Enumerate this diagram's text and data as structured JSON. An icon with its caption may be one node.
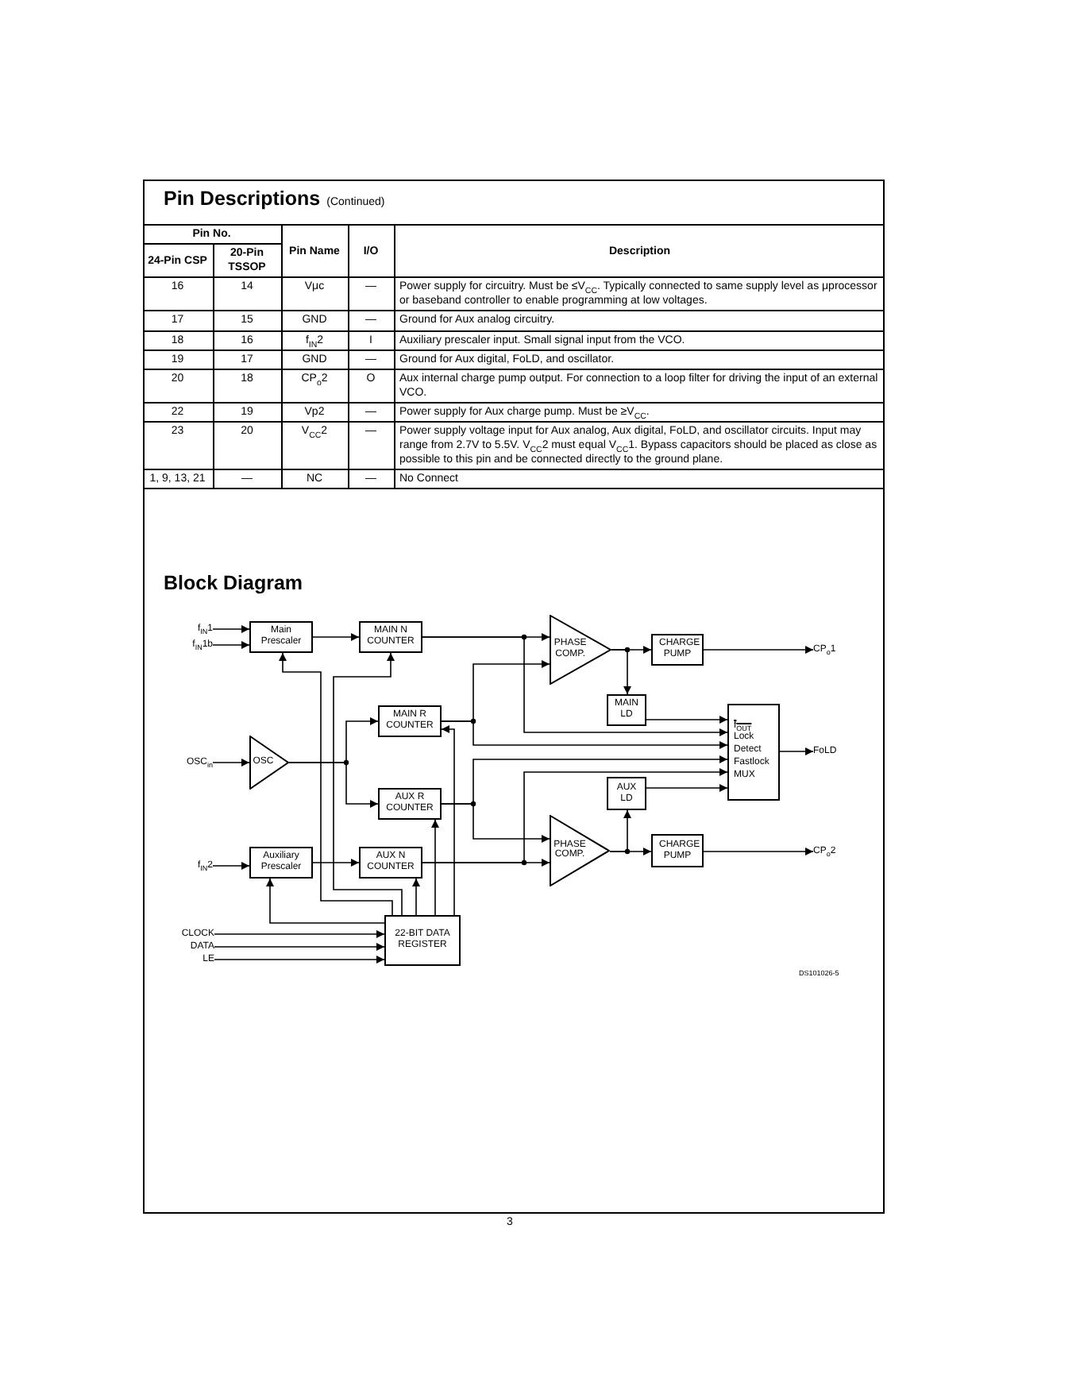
{
  "diagram": {
    "title": "Pin Descriptions",
    "nodes": [
      {
        "text": [
          "f$_{IN}$1"
        ]
      },
      {
        "text": [
          "f$_{IN}$1b"
        ]
      },
      {
        "text": [
          "Main Prescaler"
        ]
      },
      {
        "text": [
          "MAIN N COUNTER"
        ]
      },
      {
        "text": [
          "PHASE COMP."
        ]
      },
      {
        "text": [
          "CHARGE PUMP"
        ]
      },
      {
        "text": [
          "CP$_{o}$1"
        ]
      },
      {
        "text": [
          "MAIN LD"
        ]
      },
      {
        "text": [
          "OSC$_{in}$"
        ]
      },
      {
        "text": [
          "OSC"
        ]
      },
      {
        "text": [
          "MAIN R COUNTER"
        ]
      },
      {
        "text": [
          "AUX R COUNTER"
        ]
      },
      {
        "text": [
          "f$_{OUT}$",
          "Lock Detect Fastlock MUX"
        ]
      },
      {
        "text": [
          "FoLD"
        ]
      },
      {
        "text": [
          "AUX LD"
        ]
      },
      {
        "text": [
          "PHASE COMP."
        ]
      },
      {
        "text": [
          "CHARGE PUMP"
        ]
      },
      {
        "text": [
          "CP$_{o}$2"
        ]
      },
      {
        "text": [
          "f$_{IN}$2"
        ]
      },
      {
        "text": [
          "Auxiliary Prescaler"
        ]
      },
      {
        "text": [
          "AUX N COUNTER"
        ]
      },
      {
        "text": [
          "CLOCK"
        ]
      },
      {
        "text": [
          "DATA"
        ]
      },
      {
        "text": [
          "LE"
        ]
      },
      {
        "text": [
          "22-BIT DATA REGISTER"
        ]
      }
    ],
    "edges": [
      {
        "from": 0,
        "to": 2,
        "arrow": "to"
      },
      {
        "from": 1,
        "to": 2,
        "arrow": "to"
      },
      {
        "from": 2,
        "to": 3,
        "arrow": "to"
      },
      {
        "from": 3,
        "to": 4,
        "arrow": "to"
      },
      {
        "from": 3,
        "to": 12,
        "arrow": "to"
      },
      {
        "from": 10,
        "to": 4,
        "arrow": "to"
      },
      {
        "from": 10,
        "to": 12,
        "arrow": "to"
      },
      {
        "from": 4,
        "to": 5,
        "arrow": "to"
      },
      {
        "from": 4,
        "to": 7,
        "arrow": "to"
      },
      {
        "from": 5,
        "to": 6,
        "arrow": "to"
      },
      {
        "from": 7,
        "to": 12,
        "arrow": "to"
      },
      {
        "from": 12,
        "to": 13,
        "arrow": "to"
      },
      {
        "from": 8,
        "to": 9,
        "arrow": "to"
      },
      {
        "from": 9,
        "to": 10,
        "arrow": "to"
      },
      {
        "from": 9,
        "to": 11,
        "arrow": "to"
      },
      {
        "from": 11,
        "to": 12,
        "arrow": "to"
      },
      {
        "from": 11,
        "to": 15,
        "arrow": "to"
      },
      {
        "from": 20,
        "to": 15,
        "arrow": "to"
      },
      {
        "from": 20,
        "to": 12,
        "arrow": "to"
      },
      {
        "from": 14,
        "to": 12,
        "arrow": "to"
      },
      {
        "from": 15,
        "to": 16,
        "arrow": "to"
      },
      {
        "from": 15,
        "to": 14,
        "arrow": "to"
      },
      {
        "from": 16,
        "to": 17,
        "arrow": "to"
      },
      {
        "from": 18,
        "to": 19,
        "arrow": "to"
      },
      {
        "from": 19,
        "to": 20,
        "arrow": "to"
      },
      {
        "from": 21,
        "to": 24,
        "arrow": "to"
      },
      {
        "from": 22,
        "to": 24,
        "arrow": "to"
      },
      {
        "from": 23,
        "to": 24,
        "arrow": "to"
      },
      {
        "from": 24,
        "to": 2,
        "arrow": "to"
      },
      {
        "from": 24,
        "to": 3,
        "arrow": "to"
      },
      {
        "from": 24,
        "to": 19,
        "arrow": "to"
      },
      {
        "from": 24,
        "to": 20,
        "arrow": "to"
      },
      {
        "from": 24,
        "to": 11,
        "arrow": "to"
      },
      {
        "from": 24,
        "to": 10,
        "arrow": "to"
      }
    ],
    "labels": [
      "(Continued)",
      "Pin No.",
      "Pin Name",
      "I/O",
      "Description",
      "24-Pin CSP",
      "20-Pin TSSOP",
      "16",
      "14",
      "Vμc",
      "—",
      "Power supply for circuitry. Must be ≤V$_{CC}$. Typically connected to same supply level as μprocessor or baseband controller to enable programming at low voltages.",
      "17",
      "15",
      "GND",
      "—",
      "Ground for Aux analog circuitry.",
      "18",
      "16",
      "f$_{IN}$2",
      "I",
      "Auxiliary prescaler input. Small signal input from the VCO.",
      "19",
      "17",
      "GND",
      "—",
      "Ground for Aux digital, FoLD, and oscillator.",
      "20",
      "18",
      "CP$_{o}$2",
      "O",
      "Aux internal charge pump output. For connection to a loop filter for driving the input of an external VCO.",
      "22",
      "19",
      "Vp2",
      "—",
      "Power supply for Aux charge pump. Must be ≥V$_{CC}$.",
      "23",
      "20",
      "V$_{CC}$2",
      "—",
      "Power supply voltage input for Aux analog, Aux digital, FoLD, and oscillator circuits. Input may range from 2.7V to 5.5V. V$_{CC}$2 must equal V$_{CC}$1. Bypass capacitors should be placed as close as possible to this pin and be connected directly to the ground plane.",
      "1, 9, 13, 21",
      "—",
      "NC",
      "—",
      "No Connect",
      "Block Diagram",
      "DS101026-5",
      "3"
    ]
  }
}
